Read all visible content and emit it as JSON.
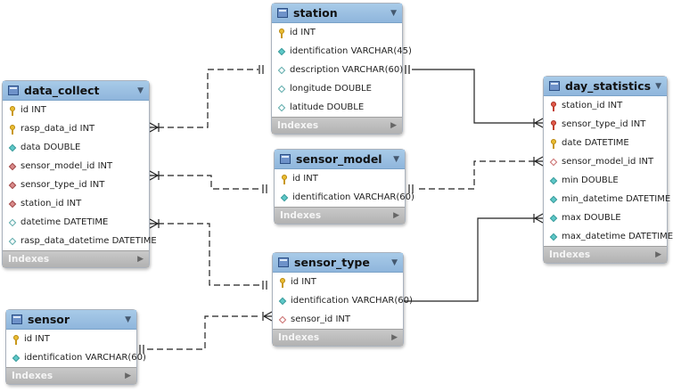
{
  "colors": {
    "header": "#9cc2e5",
    "footer": "#bdbdbd",
    "line": "#222222"
  },
  "footer_label": "Indexes",
  "tables": {
    "station": {
      "title": "station",
      "columns": [
        {
          "icon": "key-gold",
          "label": "id INT"
        },
        {
          "icon": "dia-cyan",
          "label": "identification VARCHAR(45)"
        },
        {
          "icon": "dia-white",
          "label": "description VARCHAR(60)"
        },
        {
          "icon": "dia-white",
          "label": "longitude DOUBLE"
        },
        {
          "icon": "dia-white",
          "label": "latitude DOUBLE"
        }
      ]
    },
    "data_collect": {
      "title": "data_collect",
      "columns": [
        {
          "icon": "key-gold",
          "label": "id INT"
        },
        {
          "icon": "key-gold",
          "label": "rasp_data_id INT"
        },
        {
          "icon": "dia-cyan",
          "label": "data DOUBLE"
        },
        {
          "icon": "dia-red",
          "label": "sensor_model_id INT"
        },
        {
          "icon": "dia-red",
          "label": "sensor_type_id INT"
        },
        {
          "icon": "dia-red",
          "label": "station_id INT"
        },
        {
          "icon": "dia-white",
          "label": "datetime DATETIME"
        },
        {
          "icon": "dia-white",
          "label": "rasp_data_datetime DATETIME"
        }
      ]
    },
    "sensor_model": {
      "title": "sensor_model",
      "columns": [
        {
          "icon": "key-gold",
          "label": "id INT"
        },
        {
          "icon": "dia-cyan",
          "label": "identification VARCHAR(60)"
        }
      ]
    },
    "sensor_type": {
      "title": "sensor_type",
      "columns": [
        {
          "icon": "key-gold",
          "label": "id INT"
        },
        {
          "icon": "dia-cyan",
          "label": "identification VARCHAR(60)"
        },
        {
          "icon": "dia-pink",
          "label": "sensor_id INT"
        }
      ]
    },
    "sensor": {
      "title": "sensor",
      "columns": [
        {
          "icon": "key-gold",
          "label": "id INT"
        },
        {
          "icon": "dia-cyan",
          "label": "identification VARCHAR(60)"
        }
      ]
    },
    "day_statistics": {
      "title": "day_statistics",
      "columns": [
        {
          "icon": "key-red",
          "label": "station_id INT"
        },
        {
          "icon": "key-red",
          "label": "sensor_type_id INT"
        },
        {
          "icon": "key-gold",
          "label": "date DATETIME"
        },
        {
          "icon": "dia-pink",
          "label": "sensor_model_id INT"
        },
        {
          "icon": "dia-cyan",
          "label": "min DOUBLE"
        },
        {
          "icon": "dia-cyan",
          "label": "min_datetime DATETIME"
        },
        {
          "icon": "dia-cyan",
          "label": "max DOUBLE"
        },
        {
          "icon": "dia-cyan",
          "label": "max_datetime DATETIME"
        }
      ]
    }
  }
}
